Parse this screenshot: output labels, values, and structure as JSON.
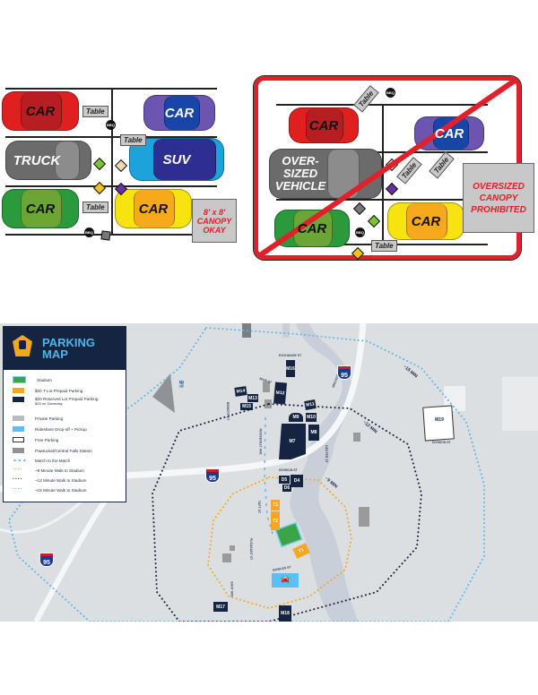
{
  "diagram_allowed": {
    "vehicles": [
      {
        "label": "CAR",
        "color": "#e0201f",
        "roof": "#b61e22",
        "text_color": "#111111"
      },
      {
        "label": "CAR",
        "color": "#6c55b0",
        "roof": "#1746a8",
        "text_color": "#ffffff"
      },
      {
        "label": "TRUCK",
        "color": "#6b6b6b",
        "roof": "#8c8c8c",
        "text_color": "#ffffff"
      },
      {
        "label": "SUV",
        "color": "#1ea2dc",
        "roof": "#2e2d90",
        "text_color": "#ffffff"
      },
      {
        "label": "CAR",
        "color": "#2a9a3c",
        "roof": "#6aa535",
        "text_color": "#111111"
      },
      {
        "label": "CAR",
        "color": "#f6e30f",
        "roof": "#f6a91a",
        "text_color": "#111111"
      }
    ],
    "tables": [
      "Table",
      "Table",
      "Table"
    ],
    "bbq": [
      "BBQ",
      "BBQ"
    ],
    "canopy_sign": "8' x 8' CANOPY OKAY"
  },
  "diagram_prohibited": {
    "vehicles": [
      {
        "label": "CAR",
        "color": "#e0201f",
        "roof": "#b61e22",
        "text_color": "#111111"
      },
      {
        "label": "CAR",
        "color": "#6c55b0",
        "roof": "#1746a8",
        "text_color": "#ffffff"
      },
      {
        "label": "OVER-SIZED VEHICLE",
        "color": "#6b6b6b",
        "roof": "#8c8c8c",
        "text_color": "#ffffff"
      },
      {
        "label": "CAR",
        "color": "#2a9a3c",
        "roof": "#6aa535",
        "text_color": "#111111"
      },
      {
        "label": "CAR",
        "color": "#f6e30f",
        "roof": "#f6a91a",
        "text_color": "#111111"
      }
    ],
    "tables": [
      "Table",
      "Table",
      "Table",
      "Table"
    ],
    "bbq": [
      "BBQ",
      "BBQ"
    ],
    "canopy_sign": "OVERSIZED CANOPY PROHIBITED",
    "prohibition_color": "#e0202a"
  },
  "map": {
    "title": "PARKING MAP",
    "colors": {
      "navy": "#152440",
      "orange": "#f6a623",
      "light_blue": "#5bb8ea",
      "stadium_green": "#3aa447",
      "private_gray": "#9a9a9a"
    },
    "legend": [
      {
        "icon": "stadium-swatch",
        "label": "Stadium"
      },
      {
        "icon": "orange-swatch",
        "label": "$30 T-Lot Prepaid Parking"
      },
      {
        "icon": "navy-swatch",
        "label": "$20 Reserved Lot Prepaid Parking",
        "sub": "$25 on Gameday"
      },
      {
        "icon": "gray-swatch",
        "label": "Private Parking"
      },
      {
        "icon": "car-icon",
        "label": "Rideshare Drop-off + Pickup"
      },
      {
        "icon": "white-swatch",
        "label": "Free Parking"
      },
      {
        "icon": "train-icon",
        "label": "Pawtucket/Central Falls Station"
      },
      {
        "icon": "arrows-icon",
        "label": "March to the Match"
      },
      {
        "icon": "orange-dots",
        "label": "~9 Minute Walk to Stadium"
      },
      {
        "icon": "navy-dots",
        "label": "~12 Minute Walk to Stadium"
      },
      {
        "icon": "blue-dots",
        "label": "~15 Minute Walk to Stadium"
      }
    ],
    "lots": {
      "M7": "M7",
      "M8": "M8",
      "M9": "M9",
      "M10": "M10",
      "M11": "M11",
      "M12": "M12",
      "M13": "M13",
      "M14": "M14",
      "M15": "M15",
      "M16": "M16",
      "M17": "M17",
      "M18": "M18",
      "M19": "M19",
      "D4": "D4",
      "D5": "D5",
      "D6": "D6",
      "T1": "T1",
      "T2": "T2",
      "T3": "T3"
    },
    "streets": {
      "exchange": "EXCHANGE ST",
      "division": "DIVISION ST",
      "division_east": "DIVISION ST",
      "pleasant": "PLEASANT ST",
      "taft": "TAFT ST",
      "dexter": "DEXTER ST",
      "roosevelt": "ROOSEVELT AVE",
      "broadway": "BROADWAY",
      "main": "MAIN ST",
      "east_ave": "EAST AVE",
      "benefit": "BENEFIT ST",
      "bowles": "BOWLES ST"
    },
    "ring_labels": {
      "nine": "~9 MIN",
      "twelve": "~12 MIN",
      "fifteen": "~15 MIN"
    },
    "interstate": "95"
  }
}
